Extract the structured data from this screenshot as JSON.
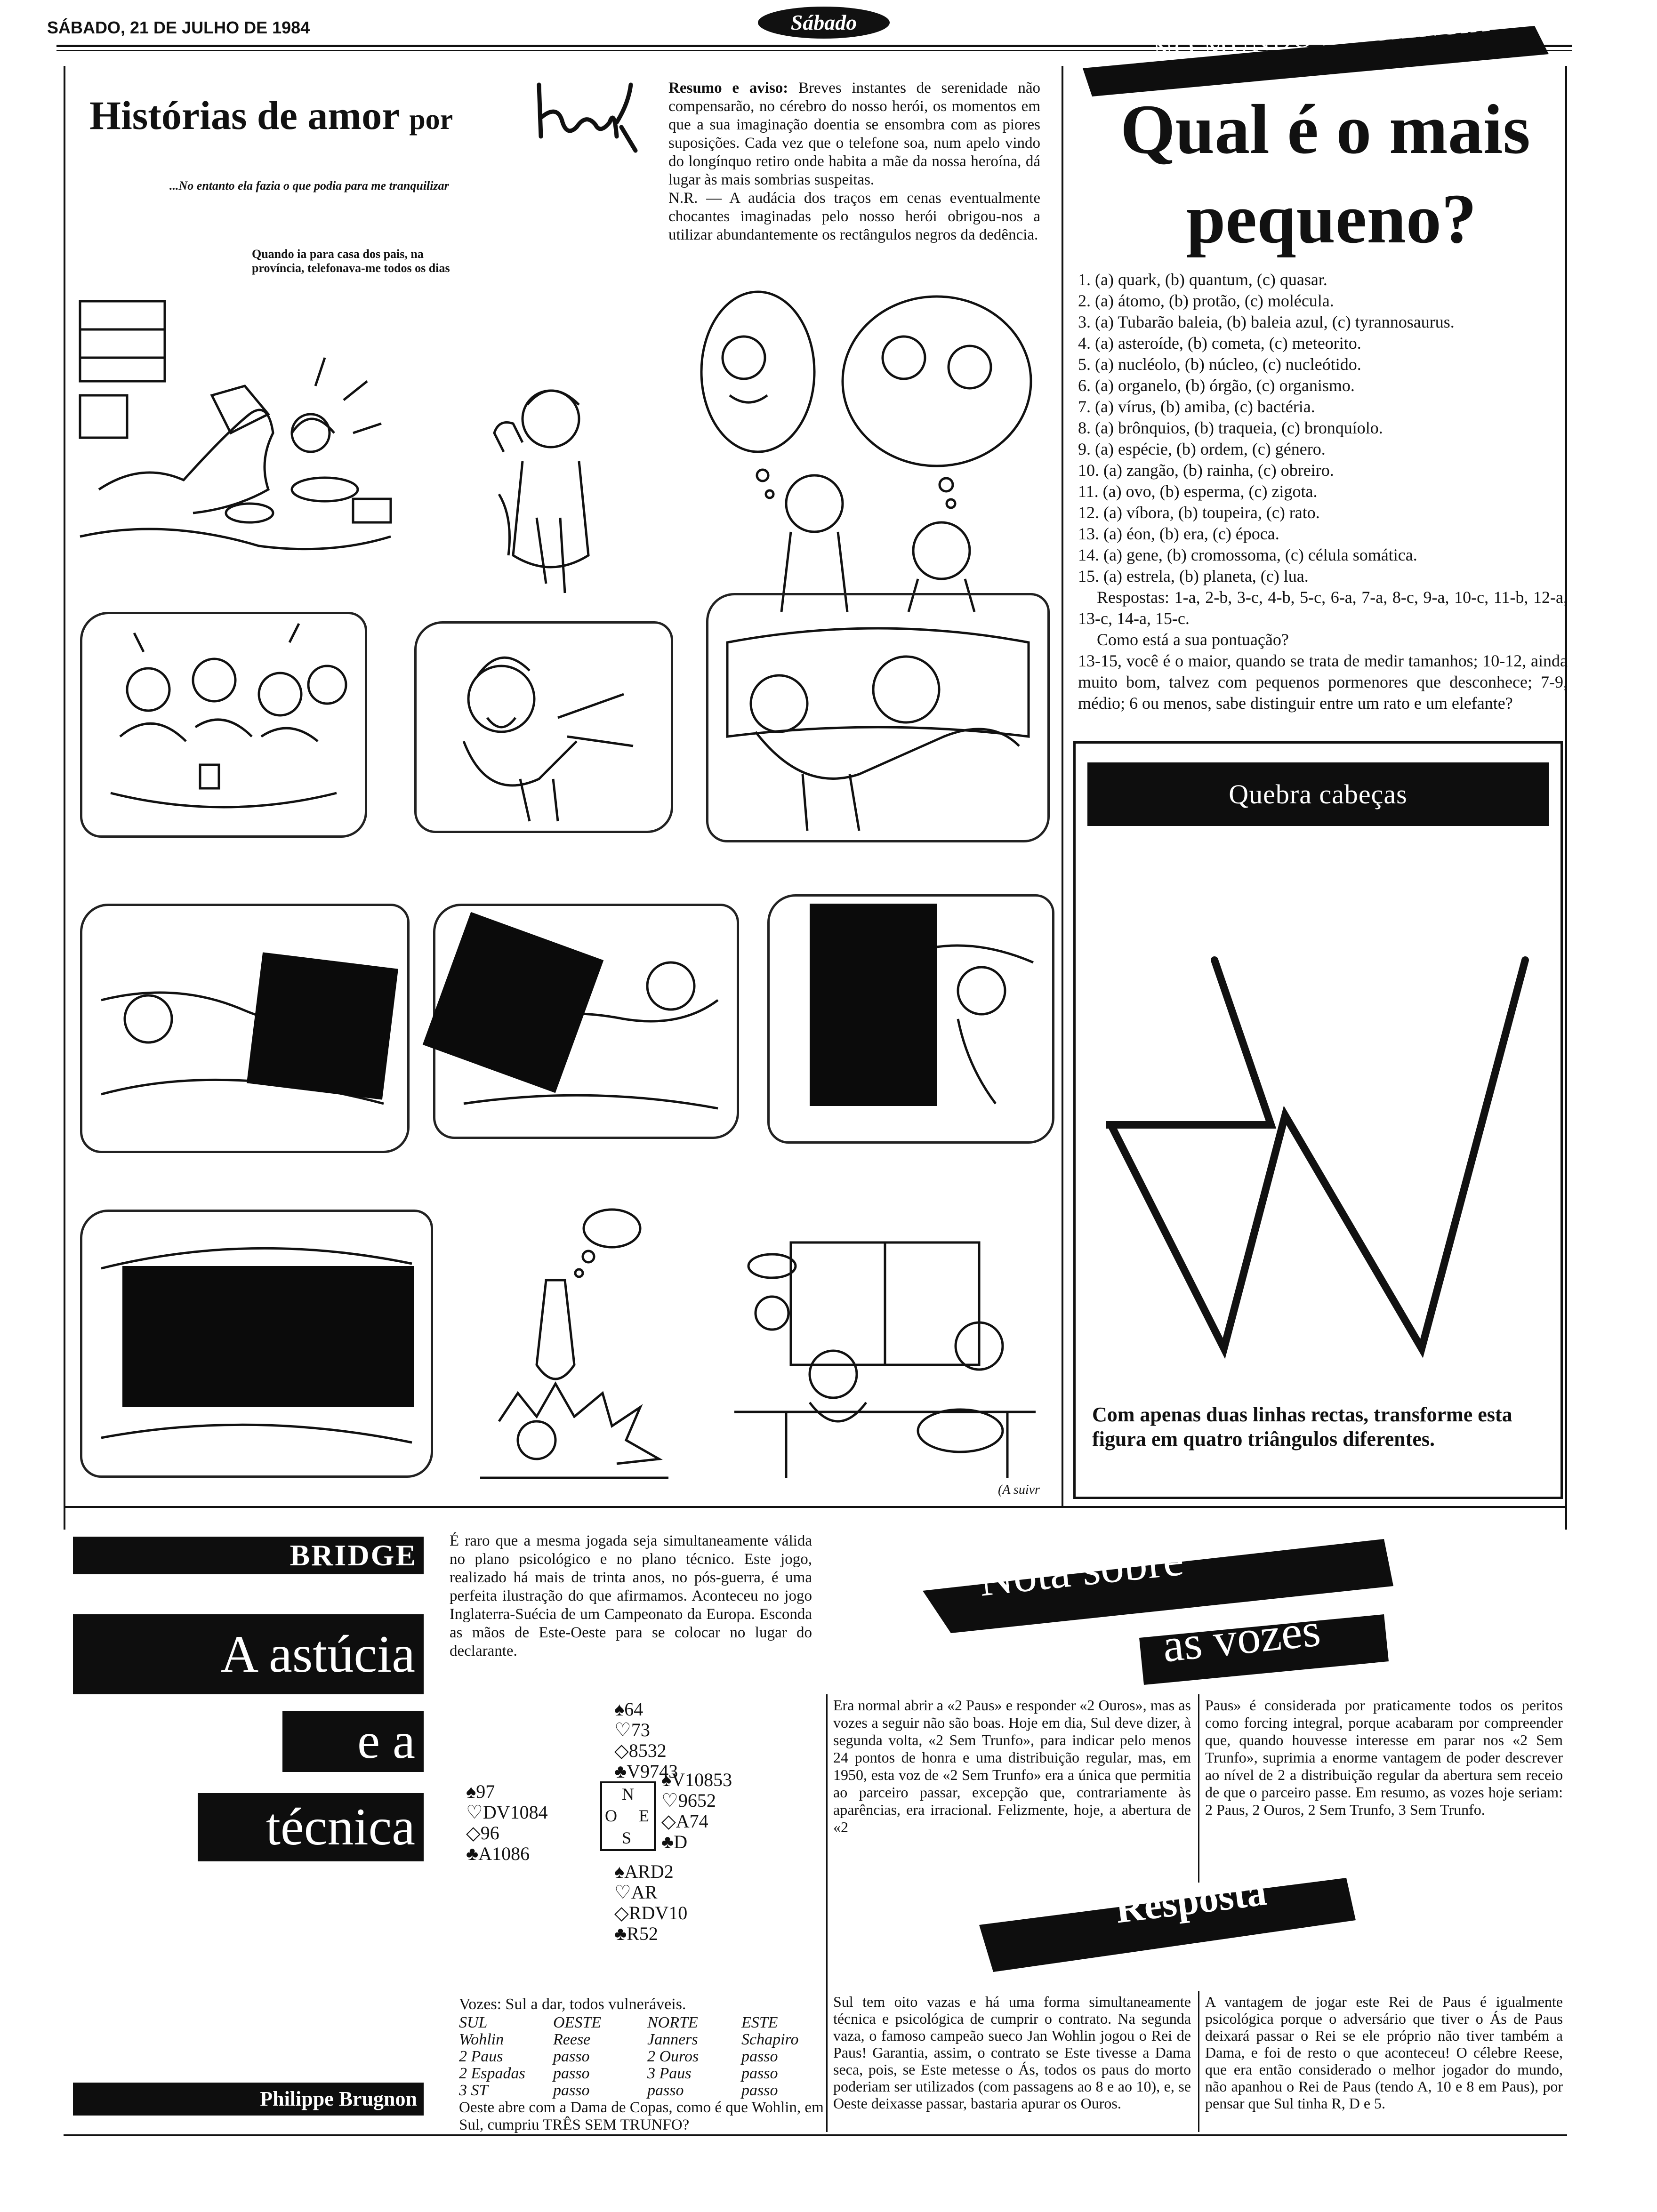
{
  "header": {
    "dateline": "SÁBADO, 21 DE JULHO DE 1984",
    "masthead": "Sábado"
  },
  "comic": {
    "title": "Histórias de amor",
    "by": "por",
    "author_signature": "konk",
    "caption1": "...No entanto ela fazia o que podia para me tranquilizar",
    "caption2": "Quando ia para casa dos pais, na província, telefonava-me todos os dias",
    "note_html_parts": {
      "lead": "Resumo e aviso:",
      "body": "Breves instantes de serenidade não compensarão, no cérebro do nosso herói, os momentos em que a sua imaginação doentia se ensombra com as piores suposições. Cada vez que o telefone soa, num apelo vindo do longínquo retiro onde habita a mãe da nossa heroína, dá lugar às mais sombrias suspeitas.",
      "nr": "N.R. — A audácia dos traços em cenas eventualmente chocantes imaginadas pelo nosso herói obrigou-nos a utilizar abundantemente os rectângulos negros da dedência."
    },
    "continued": "(A suivr"
  },
  "science": {
    "banner": "NO MUNDO DA CIÊNCIA",
    "title_line1": "Qual é o mais",
    "title_line2": "pequeno?",
    "questions": [
      "1. (a) quark, (b) quantum, (c) quasar.",
      "2. (a) átomo, (b) protão, (c) molécula.",
      "3. (a) Tubarão baleia, (b) baleia azul, (c) tyrannosaurus.",
      "4. (a) asteroíde, (b) cometa, (c) meteorito.",
      "5. (a) nucléolo, (b) núcleo, (c) nucleótido.",
      "6. (a) organelo, (b) órgão, (c) organismo.",
      "7. (a) vírus, (b) amiba, (c) bactéria.",
      "8. (a) brônquios, (b) traqueia, (c) bronquíolo.",
      "9. (a) espécie, (b) ordem, (c) género.",
      "10. (a) zangão, (b) rainha, (c) obreiro.",
      "11. (a) ovo, (b) esperma, (c) zigota.",
      "12. (a) víbora, (b) toupeira, (c) rato.",
      "13. (a) éon, (b) era, (c) época.",
      "14. (a) gene, (b) cromossoma, (c) célula somática.",
      "15. (a) estrela, (b) planeta, (c) lua."
    ],
    "answers": "Respostas: 1-a, 2-b, 3-c, 4-b, 5-c, 6-a, 7-a, 8-c, 9-a, 10-c, 11-b, 12-a, 13-c, 14-a, 15-c.",
    "score_q": "Como está a sua pontuação?",
    "score_text": "13-15, você é o maior, quando se trata de medir tamanhos; 10-12, ainda muito bom, talvez com pequenos pormenores que desconhece; 7-9, médio; 6 ou menos, sabe distinguir entre um rato e um elefante?"
  },
  "puzzle": {
    "title": "Quebra cabeças",
    "caption": "Com apenas duas linhas rectas, transforme esta figura em quatro triângulos diferentes."
  },
  "bridge": {
    "label": "BRIDGE",
    "title1": "A astúcia",
    "title2": "e a",
    "title3": "técnica",
    "author": "Philippe Brugnon",
    "intro": "É raro que a mesma jogada seja simultaneamente válida no plano psicológico e no plano técnico. Este jogo, realizado há mais de trinta anos, no pós-guerra, é uma perfeita ilustração do que afirmamos. Aconteceu no jogo Inglaterra-Suécia de um Campeonato da Europa. Esconda as mãos de Este-Oeste para se colocar no lugar do declarante.",
    "north": [
      "64",
      "73",
      "8532",
      "V9743"
    ],
    "west": [
      "97",
      "DV1084",
      "96",
      "A1086"
    ],
    "east": [
      "V10853",
      "9652",
      "A74",
      "D"
    ],
    "south": [
      "ARD2",
      "AR",
      "RDV10",
      "R52"
    ],
    "compass": {
      "n": "N",
      "o": "O",
      "e": "E",
      "s": "S"
    },
    "vozes_intro": "Vozes: Sul a dar, todos vulneráveis.",
    "table_head": [
      "SUL",
      "OESTE",
      "NORTE",
      "ESTE"
    ],
    "table_rows": [
      [
        "Wohlin",
        "Reese",
        "Janners",
        "Schapiro"
      ],
      [
        "2 Paus",
        "passo",
        "2 Ouros",
        "passo"
      ],
      [
        "2 Espadas",
        "passo",
        "3 Paus",
        "passo"
      ],
      [
        "3 ST",
        "passo",
        "passo",
        "passo"
      ]
    ],
    "lead": "Oeste abre com a Dama de Copas, como é que Wohlin, em Sul, cumpriu TRÊS SEM TRUNFO?"
  },
  "nota": {
    "title1": "Nota sobre",
    "title2": "as vozes",
    "col1": "Era normal abrir a «2 Paus» e responder «2 Ouros», mas as vozes a seguir não são boas. Hoje em dia, Sul deve dizer, à segunda volta, «2 Sem Trunfo», para indicar pelo menos 24 pontos de honra e uma distribuição regular, mas, em 1950, esta voz de «2 Sem Trunfo» era a única que permitia ao parceiro passar, excepção que, contrariamente às aparências, era irracional. Felizmente, hoje, a abertura de «2",
    "col2": "Paus» é considerada por praticamente todos os peritos como forcing integral, porque acabaram por compreender que, quando houvesse interesse em parar nos «2 Sem Trunfo», suprimia a enorme vantagem de poder descrever ao nível de 2 a distribuição regular da abertura sem receio de que o parceiro passe. Em resumo, as vozes hoje seriam: 2 Paus, 2 Ouros, 2 Sem Trunfo, 3 Sem Trunfo."
  },
  "resposta": {
    "title": "Resposta",
    "col1": "Sul tem oito vazas e há uma forma simultaneamente técnica e psicológica de cumprir o contrato. Na segunda vaza, o famoso campeão sueco Jan Wohlin jogou o Rei de Paus! Garantia, assim, o contrato se Este tivesse a Dama seca, pois, se Este metesse o Ás, todos os paus do morto poderiam ser utilizados (com passagens ao 8 e ao 10), e, se Oeste deixasse passar, bastaria apurar os Ouros.",
    "col2": "A vantagem de jogar este Rei de Paus é igualmente psicológica porque o adversário que tiver o Ás de Paus deixará passar o Rei se ele próprio não tiver também a Dama, e foi de resto o que aconteceu! O célebre Reese, que era então considerado o melhor jogador do mundo, não apanhou o Rei de Paus (tendo A, 10 e 8 em Paus), por pensar que Sul tinha R, D e 5."
  },
  "icons": [
    "spade-icon",
    "heart-icon",
    "diamond-icon",
    "club-icon"
  ]
}
